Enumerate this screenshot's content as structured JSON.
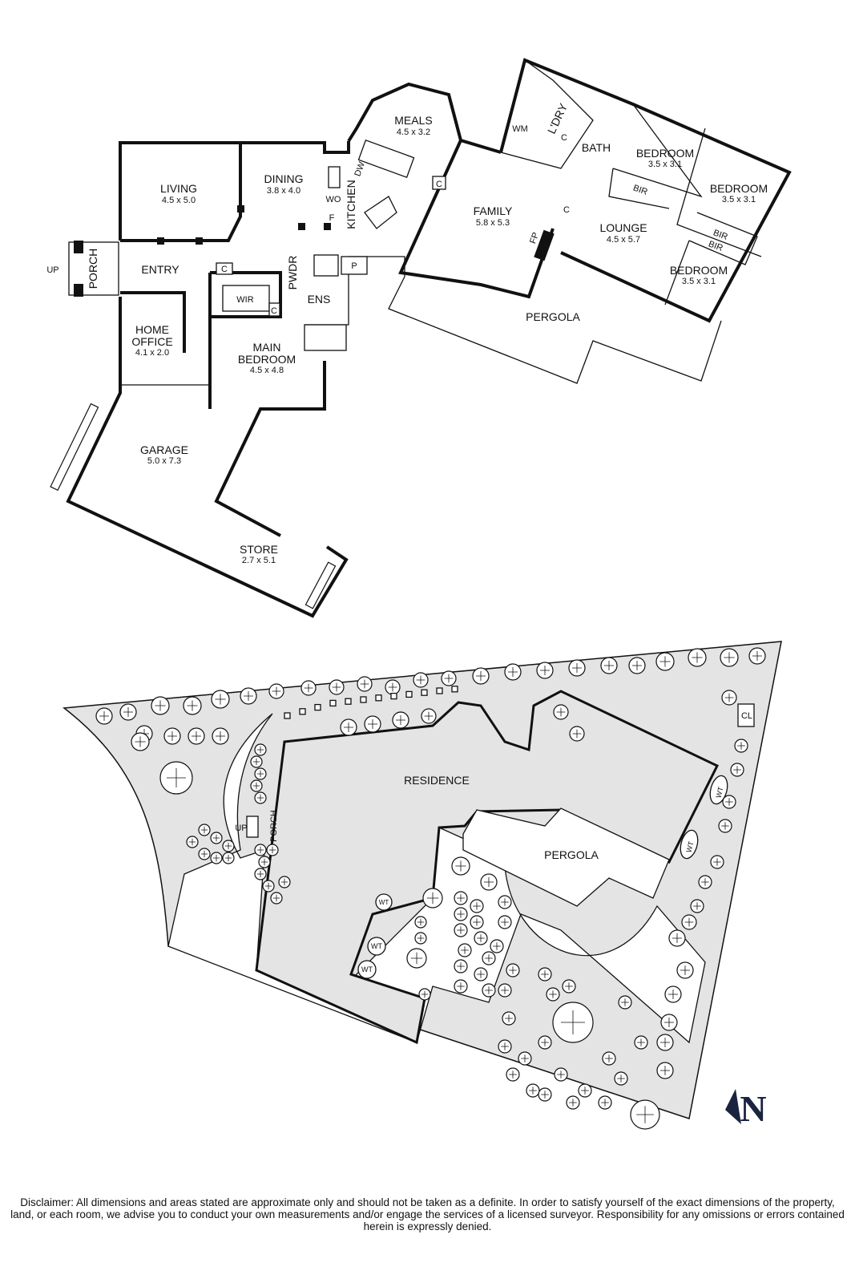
{
  "floor_plan": {
    "rooms": [
      {
        "id": "living",
        "name": "LIVING",
        "dims": "4.5 x 5.0"
      },
      {
        "id": "dining",
        "name": "DINING",
        "dims": "3.8 x 4.0"
      },
      {
        "id": "meals",
        "name": "MEALS",
        "dims": "4.5 x 3.2"
      },
      {
        "id": "family",
        "name": "FAMILY",
        "dims": "5.8 x 5.3"
      },
      {
        "id": "lounge",
        "name": "LOUNGE",
        "dims": "4.5 x 5.7"
      },
      {
        "id": "bedroom1",
        "name": "BEDROOM",
        "dims": "3.5 x 3.1"
      },
      {
        "id": "bedroom2",
        "name": "BEDROOM",
        "dims": "3.5 x 3.1"
      },
      {
        "id": "bedroom3",
        "name": "BEDROOM",
        "dims": "3.5 x 3.1"
      },
      {
        "id": "home_office",
        "name": "HOME\nOFFICE",
        "name_line1": "HOME",
        "name_line2": "OFFICE",
        "dims": "4.1 x 2.0"
      },
      {
        "id": "main_bedroom",
        "name": "MAIN\nBEDROOM",
        "name_line1": "MAIN",
        "name_line2": "BEDROOM",
        "dims": "4.5 x 4.8"
      },
      {
        "id": "garage",
        "name": "GARAGE",
        "dims": "5.0 x 7.3"
      },
      {
        "id": "store",
        "name": "STORE",
        "dims": "2.7 x 5.1"
      }
    ],
    "labels": {
      "entry": "ENTRY",
      "porch": "PORCH",
      "up": "UP",
      "kitchen": "KITCHEN",
      "dw": "DW",
      "wo": "WO",
      "f": "F",
      "pwdr": "PWDR",
      "ens": "ENS",
      "p": "P",
      "wir": "WIR",
      "c": "C",
      "ldry": "L'DRY",
      "wm": "WM",
      "bath": "BATH",
      "bir": "BIR",
      "fp": "FP",
      "pergola": "PERGOLA"
    }
  },
  "site_plan": {
    "labels": {
      "residence": "RESIDENCE",
      "pergola": "PERGOLA",
      "porch": "PORCH",
      "up": "UP",
      "wt": "WT",
      "cl": "CL"
    }
  },
  "north_arrow": {
    "letter": "N",
    "color": "#1a2340"
  },
  "disclaimer": "Disclaimer: All dimensions and areas stated are approximate only and should not be taken as a definite. In order to satisfy yourself of the exact dimensions of the property, land, or each room, we advise you to conduct your own measurements and/or engage the services of a licensed surveyor. Responsibility for any omissions or errors contained herein is expressly denied."
}
